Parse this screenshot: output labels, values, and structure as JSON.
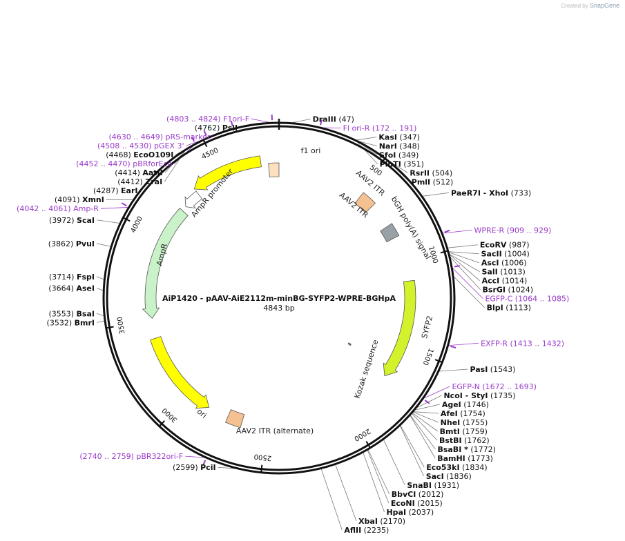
{
  "watermark": {
    "prefix": "Created by",
    "brand": "SnapGene"
  },
  "plasmid": {
    "name": "AiP1420 - pAAV-AiE2112m-minBG-SYFP2-WPRE-BGHpA",
    "length_label": "4843 bp",
    "length": 4843
  },
  "ticks": [
    {
      "pos": 500,
      "label": "500"
    },
    {
      "pos": 1000,
      "label": "1000"
    },
    {
      "pos": 1500,
      "label": "1500"
    },
    {
      "pos": 2000,
      "label": "2000"
    },
    {
      "pos": 2500,
      "label": "2500"
    },
    {
      "pos": 3000,
      "label": "3000"
    },
    {
      "pos": 3500,
      "label": "3500"
    },
    {
      "pos": 4000,
      "label": "4000"
    },
    {
      "pos": 4500,
      "label": "4500"
    }
  ],
  "features": [
    {
      "name": "f1 ori",
      "start": 4740,
      "end": 4334,
      "color": "#ffff00",
      "arrow": true
    },
    {
      "name": "AAV2 ITR",
      "start": 520,
      "end": 610,
      "color": "#f5c191",
      "arrow": false
    },
    {
      "name": "AAV2 ITR",
      "start": 4783,
      "end": 4843,
      "color": "#fce0c0",
      "arrow": false
    },
    {
      "name": "bGH poly(A) signal",
      "start": 760,
      "end": 840,
      "color": "#9aa1a6",
      "arrow": false
    },
    {
      "name": "AmpR promoter",
      "start": 4335,
      "end": 4230,
      "color": "#ffffff",
      "arrow": true
    },
    {
      "name": "AmpR",
      "start": 4200,
      "end": 3510,
      "color": "#c9f2c9",
      "arrow": true
    },
    {
      "name": "ori",
      "start": 3390,
      "end": 2860,
      "color": "#ffff00",
      "arrow": true
    },
    {
      "name": "AAV2 ITR (alternate)",
      "start": 2735,
      "end": 2645,
      "color": "#f5c191",
      "arrow": false
    },
    {
      "name": "SYFP2",
      "start": 1110,
      "end": 1700,
      "color": "#d4f22c",
      "arrow": true
    },
    {
      "name": "Kozak sequence",
      "start": 1650,
      "end": 1662,
      "color": "#7f7f7f",
      "arrow": false
    }
  ],
  "labels": [
    {
      "text": "DraIII",
      "num": "(47)",
      "type": "enzyme",
      "pos": 47
    },
    {
      "text": "Fl ori-R",
      "num": "(172 .. 191)",
      "type": "primer",
      "pos": 181
    },
    {
      "text": "KasI",
      "num": "(347)",
      "type": "enzyme",
      "pos": 347
    },
    {
      "text": "NarI",
      "num": "(348)",
      "type": "enzyme",
      "pos": 348
    },
    {
      "text": "SfoI",
      "num": "(349)",
      "type": "enzyme",
      "pos": 349
    },
    {
      "text": "PluTI",
      "num": "(351)",
      "type": "enzyme",
      "pos": 351
    },
    {
      "text": "RsrII",
      "num": "(504)",
      "type": "enzyme",
      "pos": 504
    },
    {
      "text": "PmlI",
      "num": "(512)",
      "type": "enzyme",
      "pos": 512
    },
    {
      "text": "PaeR7I - XhoI",
      "num": "(733)",
      "type": "enzyme",
      "pos": 733
    },
    {
      "text": "WPRE-R",
      "num": "(909 .. 929)",
      "type": "primer",
      "pos": 919
    },
    {
      "text": "EcoRV",
      "num": "(987)",
      "type": "enzyme",
      "pos": 987
    },
    {
      "text": "SacII",
      "num": "(1004)",
      "type": "enzyme",
      "pos": 1004
    },
    {
      "text": "AscI",
      "num": "(1006)",
      "type": "enzyme",
      "pos": 1006
    },
    {
      "text": "SalI",
      "num": "(1013)",
      "type": "enzyme",
      "pos": 1013
    },
    {
      "text": "AccI",
      "num": "(1014)",
      "type": "enzyme",
      "pos": 1014
    },
    {
      "text": "BsrGI",
      "num": "(1024)",
      "type": "enzyme",
      "pos": 1024
    },
    {
      "text": "EGFP-C",
      "num": "(1064 .. 1085)",
      "type": "primer",
      "pos": 1074
    },
    {
      "text": "BlpI",
      "num": "(1113)",
      "type": "enzyme",
      "pos": 1113
    },
    {
      "text": "EXFP-R",
      "num": "(1413 .. 1432)",
      "type": "primer",
      "pos": 1422
    },
    {
      "text": "PasI",
      "num": "(1543)",
      "type": "enzyme",
      "pos": 1543
    },
    {
      "text": "EGFP-N",
      "num": "(1672 .. 1693)",
      "type": "primer",
      "pos": 1682
    },
    {
      "text": "NcoI - StyI",
      "num": "(1735)",
      "type": "enzyme",
      "pos": 1735
    },
    {
      "text": "AgeI",
      "num": "(1746)",
      "type": "enzyme",
      "pos": 1746
    },
    {
      "text": "AfeI",
      "num": "(1754)",
      "type": "enzyme",
      "pos": 1754
    },
    {
      "text": "NheI",
      "num": "(1755)",
      "type": "enzyme",
      "pos": 1755
    },
    {
      "text": "BmtI",
      "num": "(1759)",
      "type": "enzyme",
      "pos": 1759
    },
    {
      "text": "BstBI",
      "num": "(1762)",
      "type": "enzyme",
      "pos": 1762
    },
    {
      "text": "BsaBI *",
      "num": "(1772)",
      "type": "enzyme",
      "pos": 1772
    },
    {
      "text": "BamHI",
      "num": "(1773)",
      "type": "enzyme",
      "pos": 1773
    },
    {
      "text": "Eco53kI",
      "num": "(1834)",
      "type": "enzyme",
      "pos": 1834
    },
    {
      "text": "SacI",
      "num": "(1836)",
      "type": "enzyme",
      "pos": 1836
    },
    {
      "text": "SnaBI",
      "num": "(1931)",
      "type": "enzyme",
      "pos": 1931
    },
    {
      "text": "BbvCI",
      "num": "(2012)",
      "type": "enzyme",
      "pos": 2012
    },
    {
      "text": "EcoNI",
      "num": "(2015)",
      "type": "enzyme",
      "pos": 2015
    },
    {
      "text": "HpaI",
      "num": "(2037)",
      "type": "enzyme",
      "pos": 2037
    },
    {
      "text": "XbaI",
      "num": "(2170)",
      "type": "enzyme",
      "pos": 2170
    },
    {
      "text": "AflII",
      "num": "(2235)",
      "type": "enzyme",
      "pos": 2235
    },
    {
      "text": "PciI",
      "num": "(2599)",
      "type": "enzyme",
      "pos": 2599
    },
    {
      "text": "pBR322ori-F",
      "num": "(2740 .. 2759)",
      "type": "primer",
      "pos": 2750
    },
    {
      "text": "BmrI",
      "num": "(3532)",
      "type": "enzyme",
      "pos": 3532
    },
    {
      "text": "BsaI",
      "num": "(3553)",
      "type": "enzyme",
      "pos": 3553
    },
    {
      "text": "AseI",
      "num": "(3664)",
      "type": "enzyme",
      "pos": 3664
    },
    {
      "text": "FspI",
      "num": "(3714)",
      "type": "enzyme",
      "pos": 3714
    },
    {
      "text": "PvuI",
      "num": "(3862)",
      "type": "enzyme",
      "pos": 3862
    },
    {
      "text": "ScaI",
      "num": "(3972)",
      "type": "enzyme",
      "pos": 3972
    },
    {
      "text": "Amp-R",
      "num": "(4042 .. 4061)",
      "type": "primer",
      "pos": 4052
    },
    {
      "text": "XmnI",
      "num": "(4091)",
      "type": "enzyme",
      "pos": 4091
    },
    {
      "text": "EarI",
      "num": "(4287)",
      "type": "enzyme",
      "pos": 4287
    },
    {
      "text": "ZraI",
      "num": "(4412)",
      "type": "enzyme",
      "pos": 4412
    },
    {
      "text": "AatII",
      "num": "(4414)",
      "type": "enzyme",
      "pos": 4414
    },
    {
      "text": "pBRforEco",
      "num": "(4452 .. 4470)",
      "type": "primer",
      "pos": 4461
    },
    {
      "text": "EcoO109I",
      "num": "(4468)",
      "type": "enzyme",
      "pos": 4468
    },
    {
      "text": "pGEX 3'",
      "num": "(4508 .. 4530)",
      "type": "primer",
      "pos": 4519
    },
    {
      "text": "pRS-marker",
      "num": "(4630 .. 4649)",
      "type": "primer",
      "pos": 4640
    },
    {
      "text": "PsiI",
      "num": "(4762)",
      "type": "enzyme",
      "pos": 4762
    },
    {
      "text": "F1ori-F",
      "num": "(4803 .. 4824)",
      "type": "primer",
      "pos": 4813
    }
  ]
}
